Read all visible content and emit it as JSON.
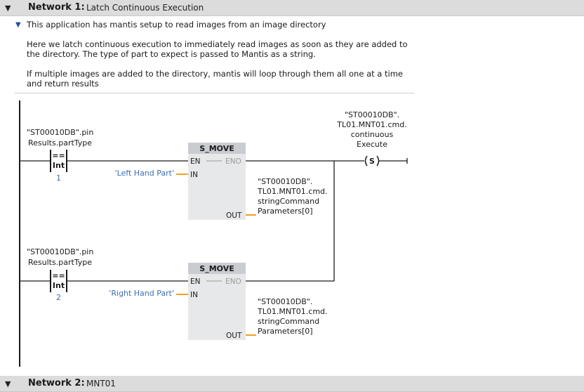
{
  "network1": {
    "number_label": "Network 1:",
    "title": "Latch Continuous Execution",
    "comment": {
      "line1": "This application has mantis setup to read images from an image directory",
      "para2": "Here we latch continuous execution to immediately read images as soon as they are added to the directory. The type of part to expect is passed to Mantis as a string.",
      "para3": "If multiple images are added to the directory, mantis will loop through them all one at a time and return results"
    },
    "rung1": {
      "contact_tag_line1": "\"ST00010DB\".pin",
      "contact_tag_line2": "Results.partType",
      "contact_op": "==",
      "contact_type": "Int",
      "contact_value": "1",
      "block_title": "S_MOVE",
      "pin_en": "EN",
      "pin_eno": "ENO",
      "pin_in": "IN",
      "pin_out": "OUT",
      "in_value": "'Left Hand Part'",
      "out_tag": [
        "\"ST00010DB\".",
        "TL01.MNT01.cmd.",
        "stringCommand",
        "Parameters[0]"
      ],
      "coil_tag": [
        "\"ST00010DB\".",
        "TL01.MNT01.cmd.",
        "continuous",
        "Execute"
      ],
      "coil_symbol": "S"
    },
    "rung2": {
      "contact_tag_line1": "\"ST00010DB\".pin",
      "contact_tag_line2": "Results.partType",
      "contact_op": "==",
      "contact_type": "Int",
      "contact_value": "2",
      "block_title": "S_MOVE",
      "pin_en": "EN",
      "pin_eno": "ENO",
      "pin_in": "IN",
      "pin_out": "OUT",
      "in_value": "'Right Hand Part'",
      "out_tag": [
        "\"ST00010DB\".",
        "TL01.MNT01.cmd.",
        "stringCommand",
        "Parameters[0]"
      ]
    }
  },
  "network2": {
    "number_label": "Network 2:",
    "title": "MNT01"
  },
  "icons": {
    "collapse": "triangle-down-icon",
    "comment_toggle": "triangle-down-blue-icon"
  },
  "colors": {
    "header_bg": "#dcdcdc",
    "block_bg": "#e6e8ea",
    "block_title_bg": "#c9cdd1",
    "pin_line": "#f0a020",
    "constant_text": "#3c6fb5"
  }
}
